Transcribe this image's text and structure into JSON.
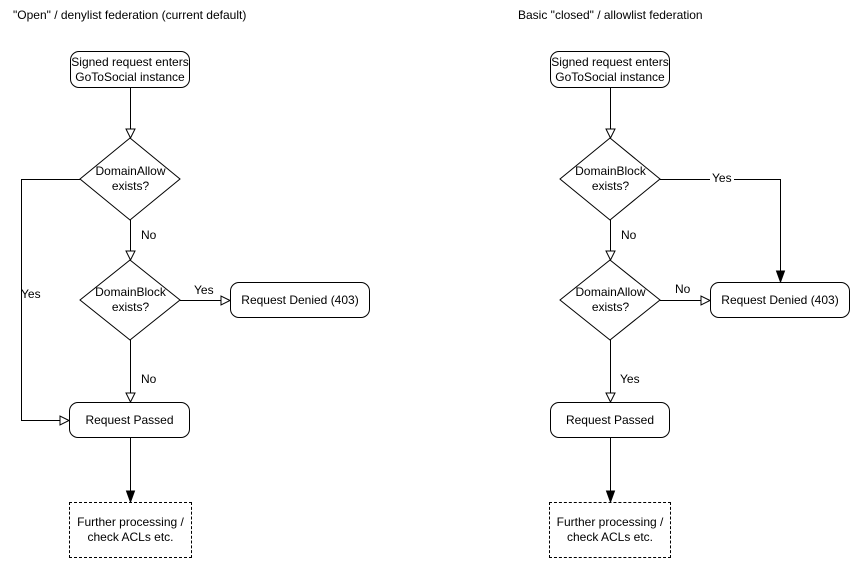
{
  "page": {
    "background_color": "#ffffff",
    "line_color": "#000000"
  },
  "left": {
    "title": "\"Open\" / denylist federation (current default)",
    "nodes": {
      "start": "Signed request enters\nGoToSocial instance",
      "decision1": "DomainAllow\nexists?",
      "decision2": "DomainBlock\nexists?",
      "denied": "Request Denied (403)",
      "passed": "Request Passed",
      "further": "Further processing /\ncheck ACLs etc."
    },
    "edge_labels": {
      "decision1_yes": "Yes",
      "decision1_no": "No",
      "decision2_yes": "Yes",
      "decision2_no": "No"
    }
  },
  "right": {
    "title": "Basic \"closed\" / allowlist federation",
    "nodes": {
      "start": "Signed request enters\nGoToSocial instance",
      "decision1": "DomainBlock\nexists?",
      "decision2": "DomainAllow\nexists?",
      "denied": "Request Denied (403)",
      "passed": "Request Passed",
      "further": "Further processing /\ncheck ACLs etc."
    },
    "edge_labels": {
      "decision1_yes": "Yes",
      "decision1_no": "No",
      "decision2_no": "No",
      "decision2_yes": "Yes"
    }
  }
}
